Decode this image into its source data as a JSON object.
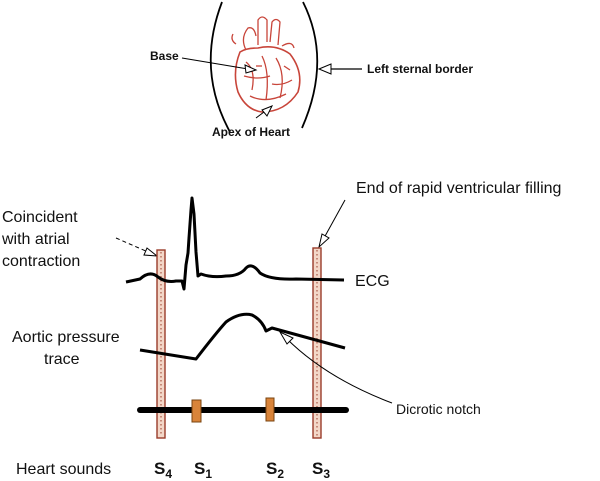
{
  "labels": {
    "base": "Base",
    "left_sternal_border": "Left sternal border",
    "apex": "Apex of Heart",
    "end_rapid_filling": "End of rapid ventricular filling",
    "coincident_line1": "Coincident",
    "coincident_line2": "with atrial",
    "coincident_line3": "contraction",
    "ecg": "ECG",
    "aortic_line1": "Aortic pressure",
    "aortic_line2": "trace",
    "dicrotic_notch": "Dicrotic notch",
    "heart_sounds": "Heart sounds"
  },
  "sounds": [
    {
      "letter": "S",
      "sub": "4"
    },
    {
      "letter": "S",
      "sub": "1"
    },
    {
      "letter": "S",
      "sub": "2"
    },
    {
      "letter": "S",
      "sub": "3"
    }
  ],
  "colors": {
    "heart": "#c8453a",
    "marker_fill": "#f3d7c8",
    "marker_border": "#9a3c2a",
    "sound_block": "#d9843a",
    "line": "#000000"
  }
}
